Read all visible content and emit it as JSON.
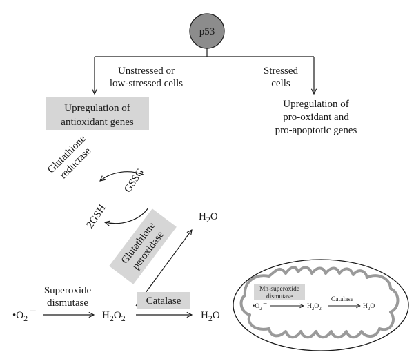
{
  "nodes": {
    "p53": "p53",
    "unstressed": [
      "Unstressed or",
      "low-stressed cells"
    ],
    "stressed": [
      "Stressed",
      "cells"
    ],
    "antioxidant": [
      "Upregulation of",
      "antioxidant genes"
    ],
    "prooxidant": [
      "Upregulation of",
      "pro-oxidant and",
      "pro-apoptotic genes"
    ]
  },
  "cycle": {
    "reductase": [
      "Glutathione",
      "reductase"
    ],
    "gssg": "GSSG",
    "gsh": "2GSH",
    "peroxidase": [
      "Glutathione",
      "peroxidase"
    ]
  },
  "pathway": {
    "superoxide": "•O",
    "sub2": "2",
    "charge": "–",
    "sod": [
      "Superoxide",
      "dismutase"
    ],
    "h2o2": "H",
    "h2o2_sub": "2",
    "h2o2_o": "O",
    "h2o2_sub2": "2",
    "catalase": "Catalase",
    "water_top": "H",
    "water_top_sub": "2",
    "water_top_o": "O",
    "water_right": "H",
    "water_right_sub": "2",
    "water_right_o": "O"
  },
  "mitochondrion": {
    "mnsod": [
      "Mn-superoxide",
      "dismutase"
    ],
    "superoxide": "•O",
    "sub2": "2",
    "charge": "–",
    "h2o2": "H",
    "h2o2_sub": "2",
    "h2o2_o": "O",
    "h2o2_sub2": "2",
    "catalase": "Catalase",
    "water": "H",
    "water_sub": "2",
    "water_o": "O"
  },
  "colors": {
    "p53_fill": "#8c8c8c",
    "box_fill": "#d6d6d6",
    "line": "#1a1a1a",
    "membrane_fill": "#bdbdbd"
  }
}
